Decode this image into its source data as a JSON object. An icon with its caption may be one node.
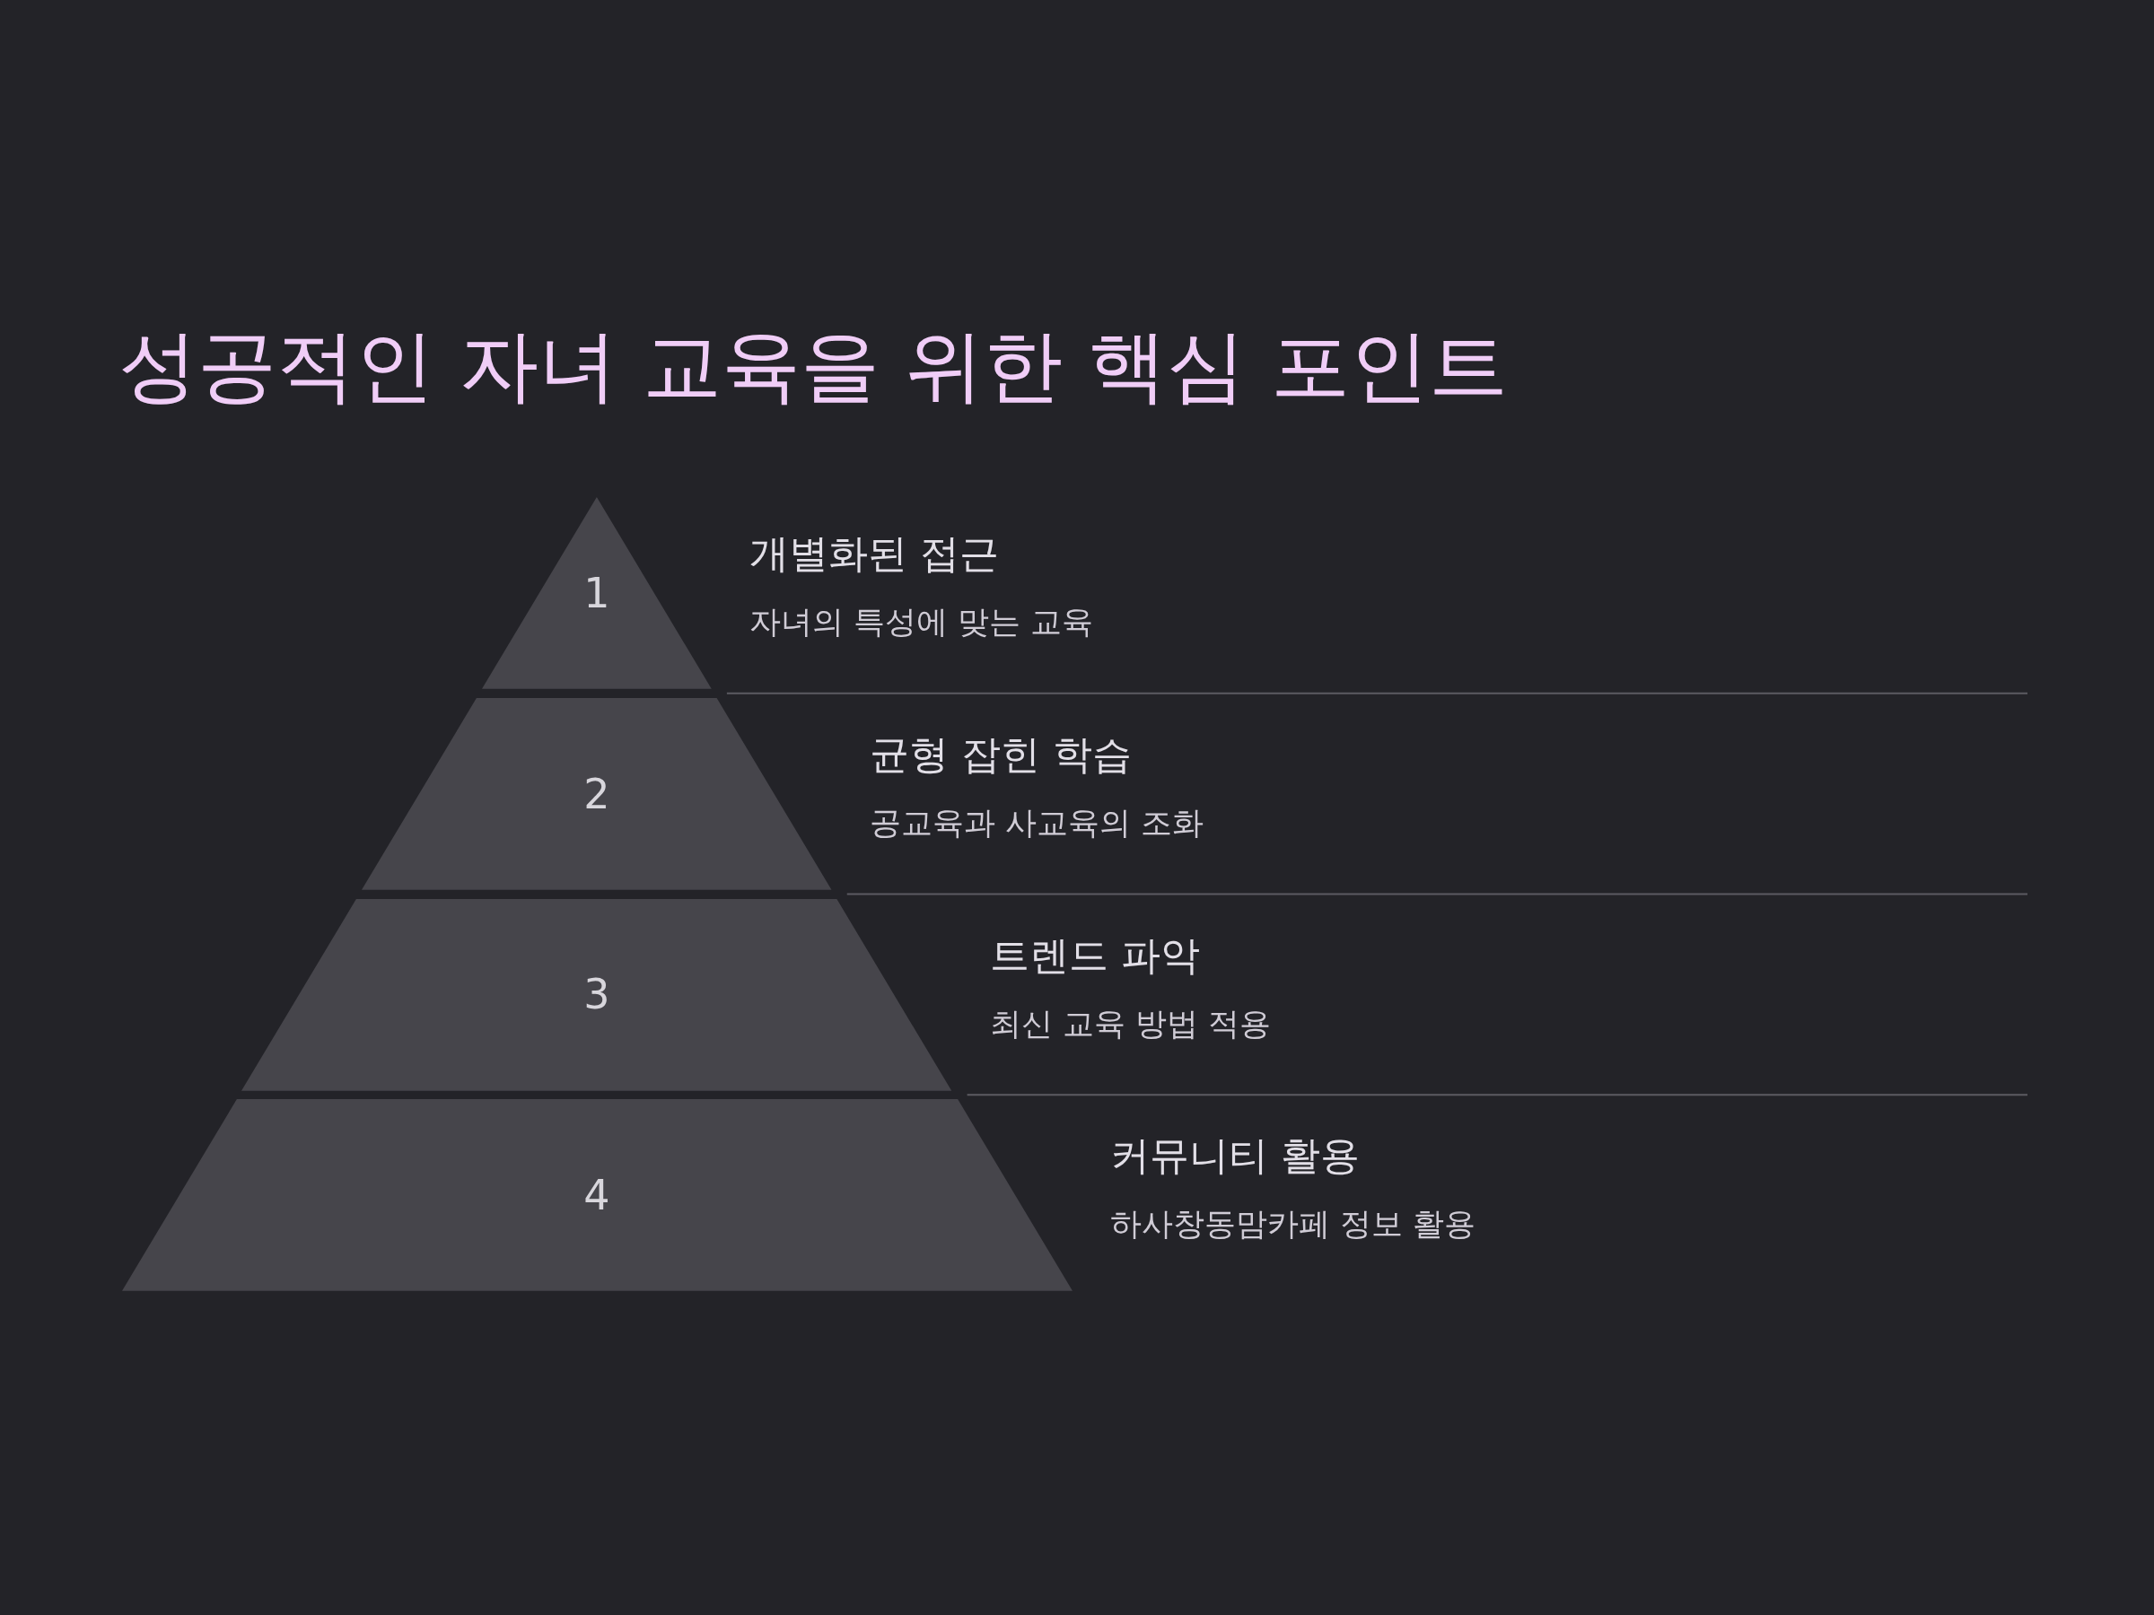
{
  "diagram": {
    "title": "성공적인 자녀 교육을 위한 핵심 포인트",
    "nodes": [
      {
        "text": [
          "1"
        ],
        "beside": [
          "개별화된 접근",
          "자녀의 특성에 맞는 교육"
        ]
      },
      {
        "text": [
          "2"
        ],
        "beside": [
          "균형 잡힌 학습",
          "공교육과 사교육의 조화"
        ]
      },
      {
        "text": [
          "3"
        ],
        "beside": [
          "트렌드 파악",
          "최신 교육 방법 적용"
        ]
      },
      {
        "text": [
          "4"
        ],
        "beside": [
          "커뮤니티 활용",
          "하사창동맘카페 정보 활용"
        ]
      }
    ],
    "edges": []
  }
}
